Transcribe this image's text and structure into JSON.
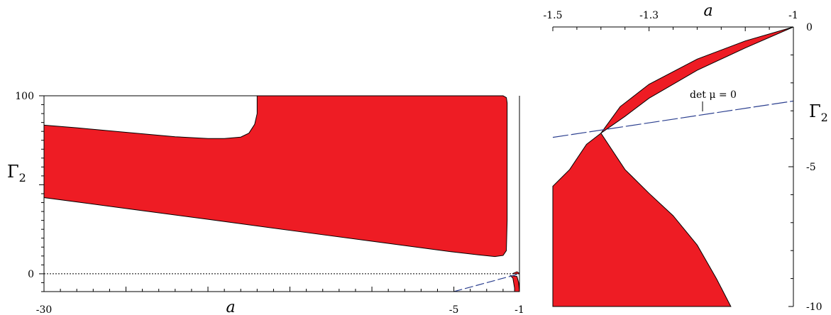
{
  "colors": {
    "region": "#ee1c24",
    "detline": "#2b3f8f",
    "axis": "#000000"
  },
  "chart_data": [
    {
      "type": "area",
      "xlabel": "a",
      "ylabel": "Γ",
      "ylabel_sub": "2",
      "xlim": [
        -30,
        -1
      ],
      "ylim": [
        -10,
        100
      ],
      "x_ticks": [
        "-30",
        "-5",
        "-1"
      ],
      "y_ticks": [
        "100",
        "0"
      ],
      "zero_line": true,
      "regions": [
        {
          "name": "",
          "outline": [
            [
              -30,
              83.5
            ],
            [
              -28,
              82.0
            ],
            [
              -25,
              79.5
            ],
            [
              -22,
              77.0
            ],
            [
              -20,
              76.0
            ],
            [
              -19,
              76.0
            ],
            [
              -18,
              76.8
            ],
            [
              -17.5,
              79
            ],
            [
              -17.15,
              84
            ],
            [
              -17.0,
              90
            ],
            [
              -17.0,
              100
            ],
            [
              -2.0,
              100
            ],
            [
              -1.8,
              99
            ],
            [
              -1.75,
              96
            ],
            [
              -1.75,
              30
            ],
            [
              -1.8,
              13
            ],
            [
              -2.0,
              10.3
            ],
            [
              -2.5,
              9.7
            ],
            [
              -3.5,
              10.6
            ],
            [
              -5,
              12.2
            ],
            [
              -10,
              18.3
            ],
            [
              -15,
              24.4
            ],
            [
              -20,
              30.6
            ],
            [
              -25,
              36.7
            ],
            [
              -30,
              42.8
            ]
          ]
        },
        {
          "name": "",
          "outline": [
            [
              -1.55,
              -1.0
            ],
            [
              -1.4,
              -2.5
            ],
            [
              -1.3,
              -8
            ],
            [
              -1.3,
              -10
            ],
            [
              -1.0,
              -10
            ],
            [
              -1.05,
              -5
            ],
            [
              -1.15,
              -1.5
            ]
          ]
        }
      ],
      "det_line": {
        "x": [
          -5,
          -1
        ],
        "y": [
          -10,
          0
        ],
        "label": ""
      },
      "small_upper": {
        "x": [
          -1.4,
          -1.15,
          -1.0
        ],
        "y": [
          0.2,
          1.2,
          0.3
        ]
      }
    },
    {
      "type": "area",
      "xlabel": "a",
      "ylabel": "Γ",
      "ylabel_sub": "2",
      "xlim": [
        -1.5,
        -1.0
      ],
      "ylim": [
        -10,
        0
      ],
      "x_ticks": [
        "-1.5",
        "-1.3",
        "-1"
      ],
      "y_ticks": [
        "0",
        "-5",
        "-10"
      ],
      "upper_region": {
        "top": [
          [
            -1.0,
            0.0
          ],
          [
            -1.1,
            -0.5
          ],
          [
            -1.2,
            -1.15
          ],
          [
            -1.3,
            -2.05
          ],
          [
            -1.36,
            -2.85
          ],
          [
            -1.4,
            -3.8
          ]
        ],
        "bottom": [
          [
            -1.0,
            0.0
          ],
          [
            -1.1,
            -0.75
          ],
          [
            -1.2,
            -1.55
          ],
          [
            -1.3,
            -2.55
          ],
          [
            -1.35,
            -3.2
          ],
          [
            -1.4,
            -3.8
          ]
        ]
      },
      "lower_region": {
        "right_boundary": [
          [
            -1.4,
            -3.8
          ],
          [
            -1.35,
            -5.1
          ],
          [
            -1.3,
            -5.95
          ],
          [
            -1.25,
            -6.75
          ],
          [
            -1.2,
            -7.8
          ],
          [
            -1.16,
            -9.0
          ],
          [
            -1.13,
            -10.0
          ]
        ],
        "left_boundary": [
          [
            -1.4,
            -3.8
          ],
          [
            -1.43,
            -4.2
          ],
          [
            -1.465,
            -5.1
          ],
          [
            -1.5,
            -5.7
          ]
        ],
        "bottom": -10
      },
      "det_line": {
        "x": [
          -1.5,
          -1.0
        ],
        "y": [
          -3.95,
          -2.65
        ],
        "label": "det μ = 0"
      }
    }
  ]
}
